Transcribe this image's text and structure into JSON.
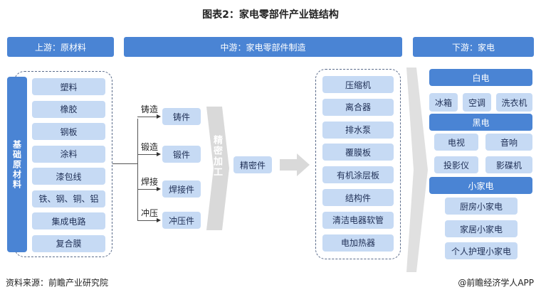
{
  "title": "图表2：家电零部件产业链结构",
  "headers": {
    "upstream": "上游：原材料",
    "midstream": "中游：家电零部件制造",
    "downstream": "下游：家电"
  },
  "upstream": {
    "category": "基础原材料",
    "items": [
      "塑料",
      "橡胶",
      "钢板",
      "涂料",
      "漆包线",
      "铁、钢、铜、铝",
      "集成电路",
      "复合膜"
    ]
  },
  "process": {
    "steps": [
      {
        "method": "铸造",
        "product": "铸件"
      },
      {
        "method": "锻造",
        "product": "锻件"
      },
      {
        "method": "焊接",
        "product": "焊接件"
      },
      {
        "method": "冲压",
        "product": "冲压件"
      }
    ],
    "precision_process": "精密加工",
    "precision_product": "精密件"
  },
  "components": [
    "压缩机",
    "离合器",
    "排水泵",
    "覆膜板",
    "有机涂层板",
    "结构件",
    "清洁电器软管",
    "电加热器"
  ],
  "downstream": {
    "white": {
      "label": "白电",
      "items": [
        "冰箱",
        "空调",
        "洗衣机"
      ]
    },
    "black": {
      "label": "黑电",
      "items": [
        "电视",
        "音响",
        "投影仪",
        "影碟机"
      ]
    },
    "small": {
      "label": "小家电",
      "items": [
        "厨房小家电",
        "家居小家电",
        "个人护理小家电"
      ]
    }
  },
  "footer": {
    "source": "资料来源：前瞻产业研究院",
    "brand": "@前瞻经济学人APP"
  }
}
